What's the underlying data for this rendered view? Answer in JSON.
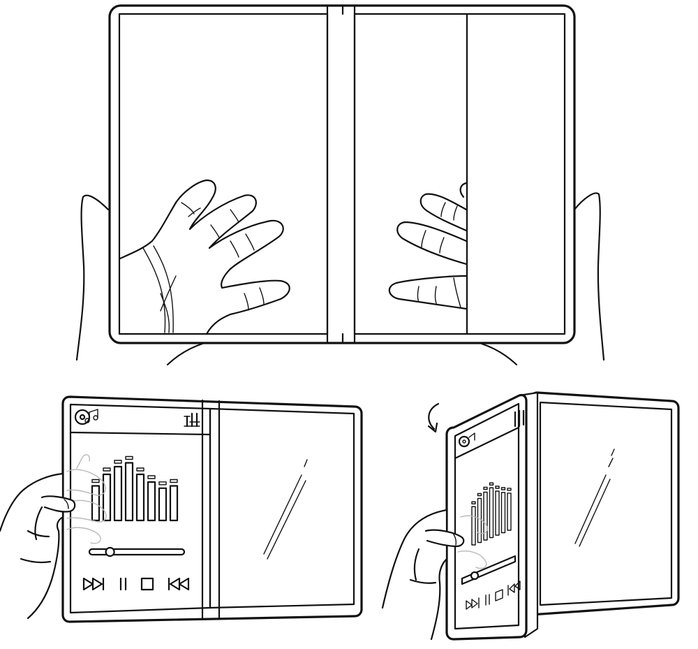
{
  "figure": {
    "ink_color": "#111111",
    "background": "#ffffff",
    "views": [
      {
        "name": "unfolded-top-view",
        "hands": "two",
        "screens": 2,
        "panels": 3
      },
      {
        "name": "unfolded-music-player-view",
        "screens": 2,
        "player": {
          "icons": [
            "music-disc-icon",
            "equalizer-settings-icon"
          ],
          "equalizer_bar_count": 8,
          "equalizer_levels": [
            0.45,
            0.6,
            0.7,
            0.75,
            0.6,
            0.5,
            0.42,
            0.45
          ],
          "progress": 0.2,
          "controls": [
            "fast-forward-icon",
            "pause-icon",
            "stop-icon",
            "rewind-icon"
          ]
        }
      },
      {
        "name": "folding-music-player-view",
        "screens": 2,
        "player": {
          "equalizer_bar_count": 7,
          "progress": 0.2,
          "controls": [
            "fast-forward-icon",
            "pause-icon",
            "stop-icon",
            "rewind-icon"
          ]
        }
      }
    ]
  }
}
